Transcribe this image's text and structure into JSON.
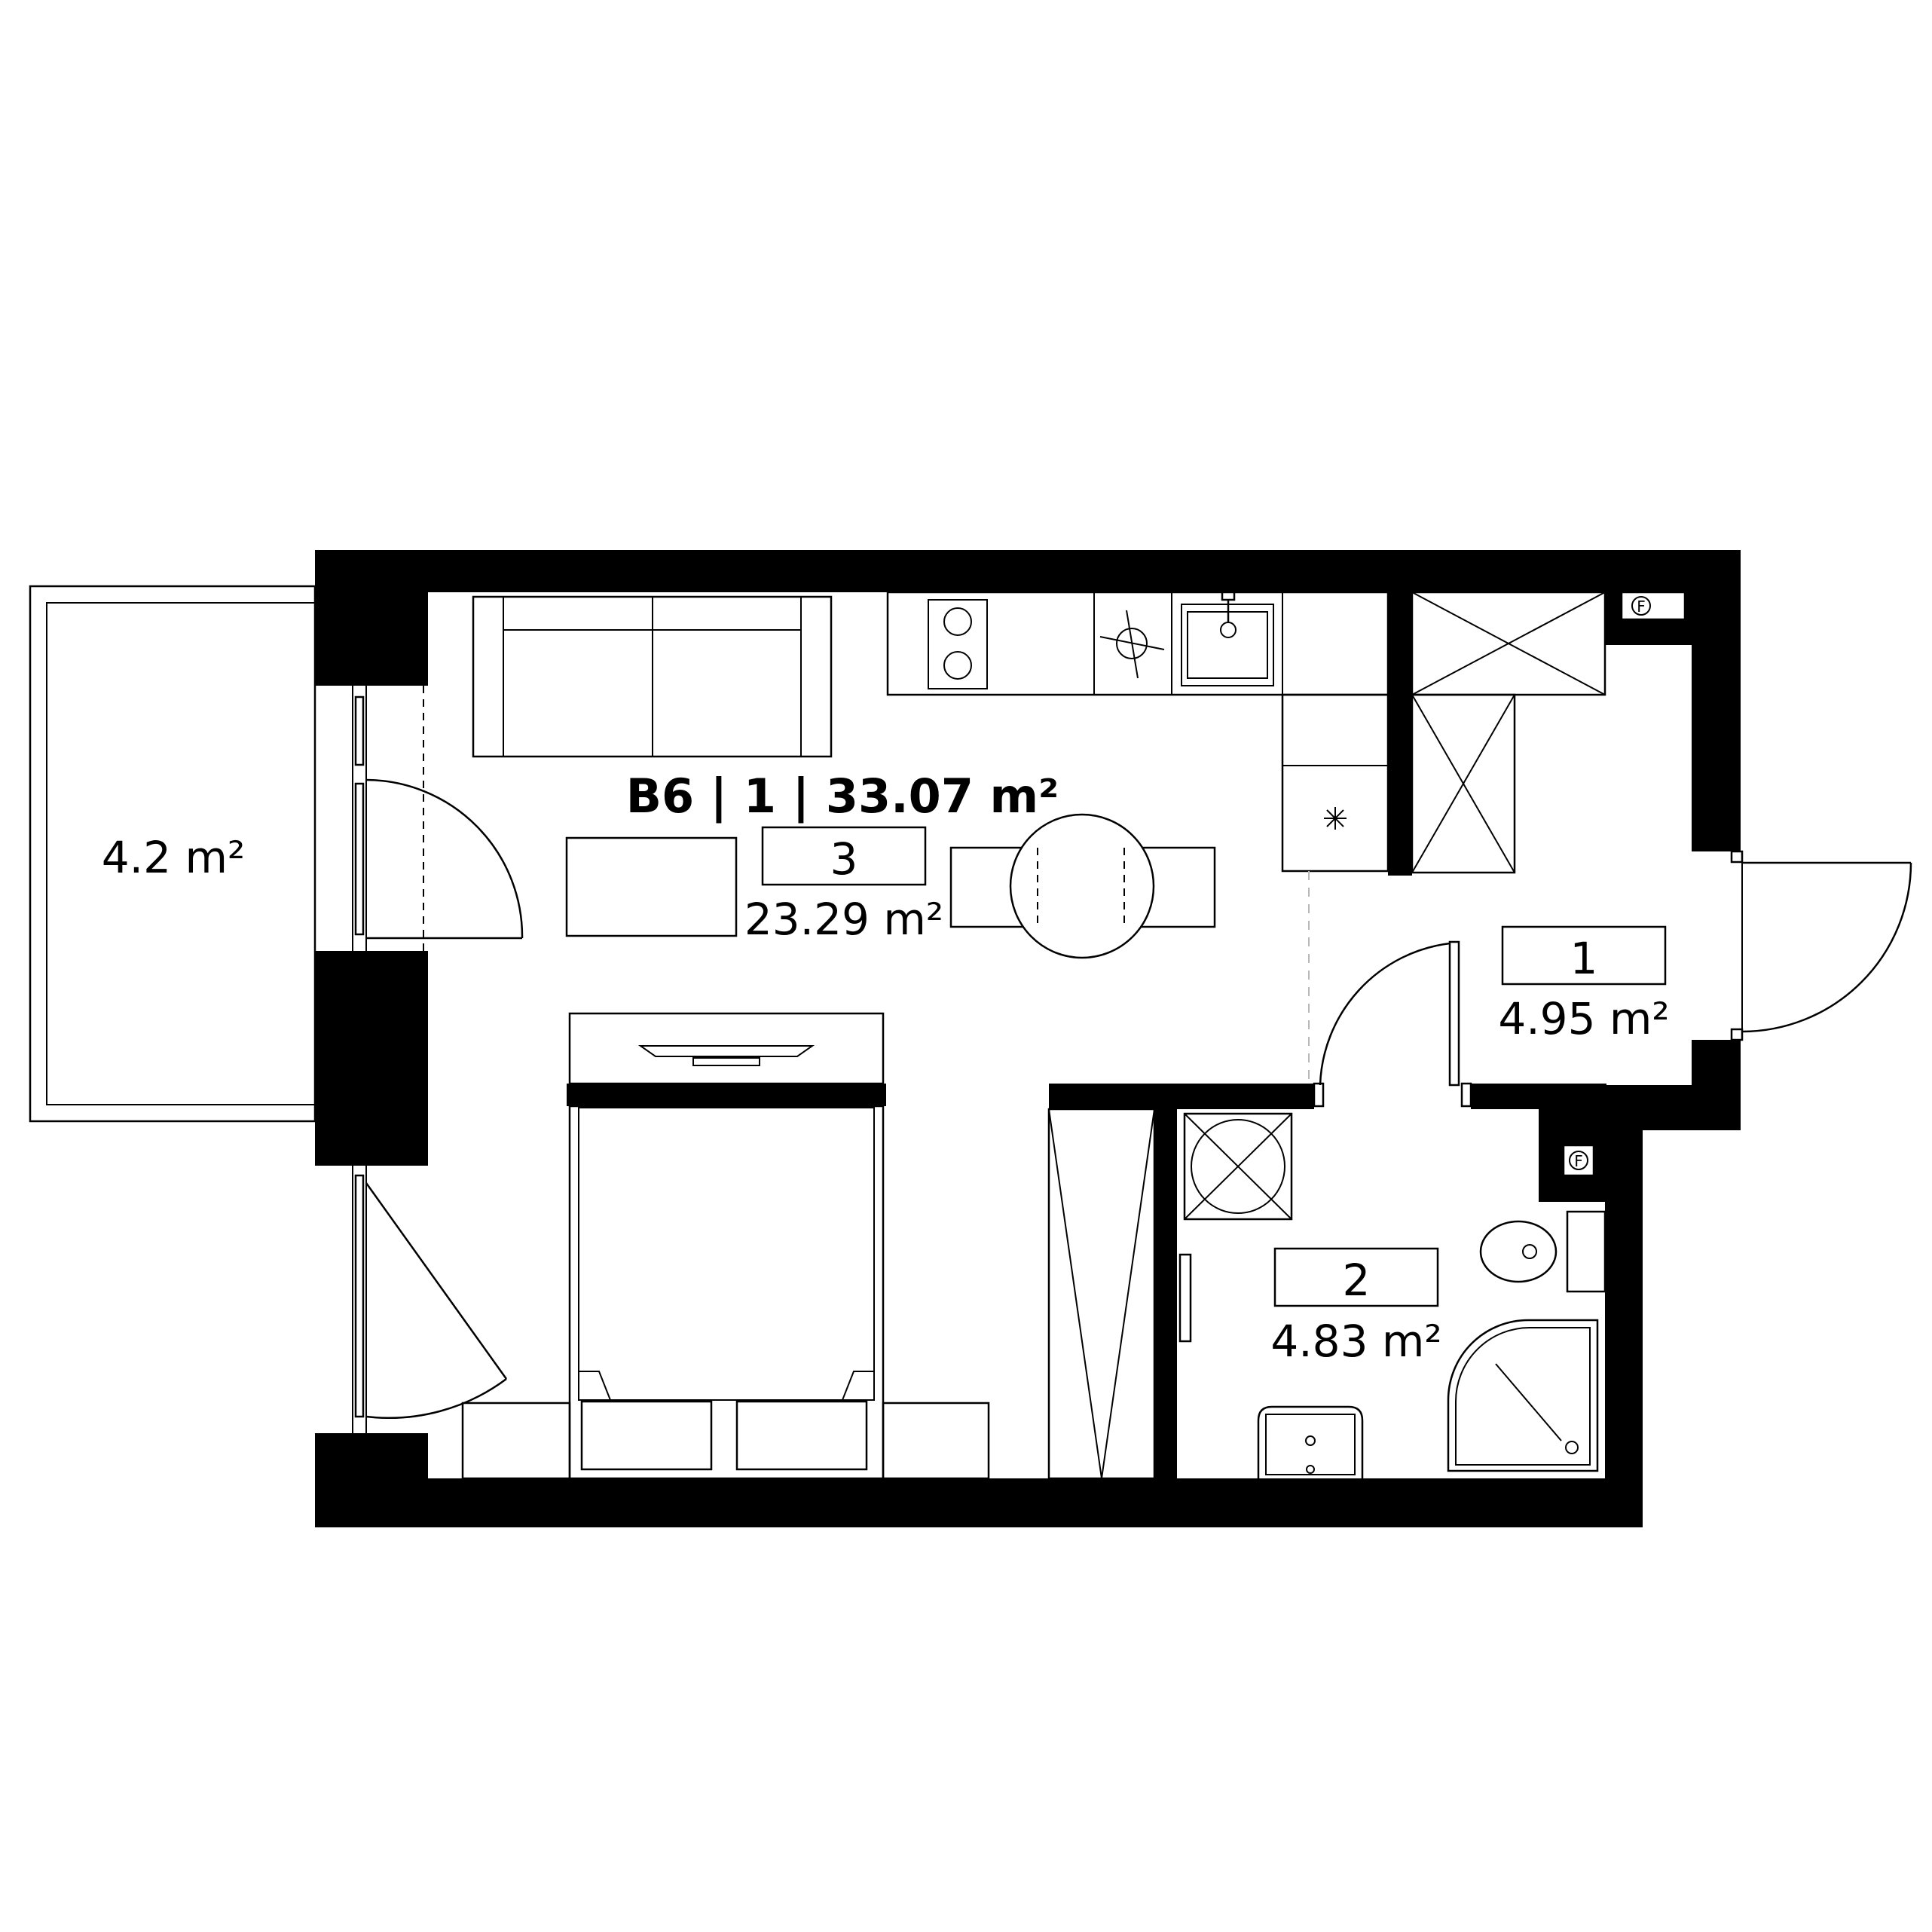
{
  "header": {
    "title": "B6 | 1 | 33.07 m²"
  },
  "balcony": {
    "area": "4.2 m²"
  },
  "rooms": [
    {
      "number": "3",
      "area": "23.29 m²"
    },
    {
      "number": "1",
      "area": "4.95 m²"
    },
    {
      "number": "2",
      "area": "4.83 m²"
    }
  ],
  "symbols": {
    "fuse_box": "F"
  },
  "colors": {
    "wall": "#000000",
    "background": "#ffffff",
    "hidden_line": "#b8b8b8"
  }
}
